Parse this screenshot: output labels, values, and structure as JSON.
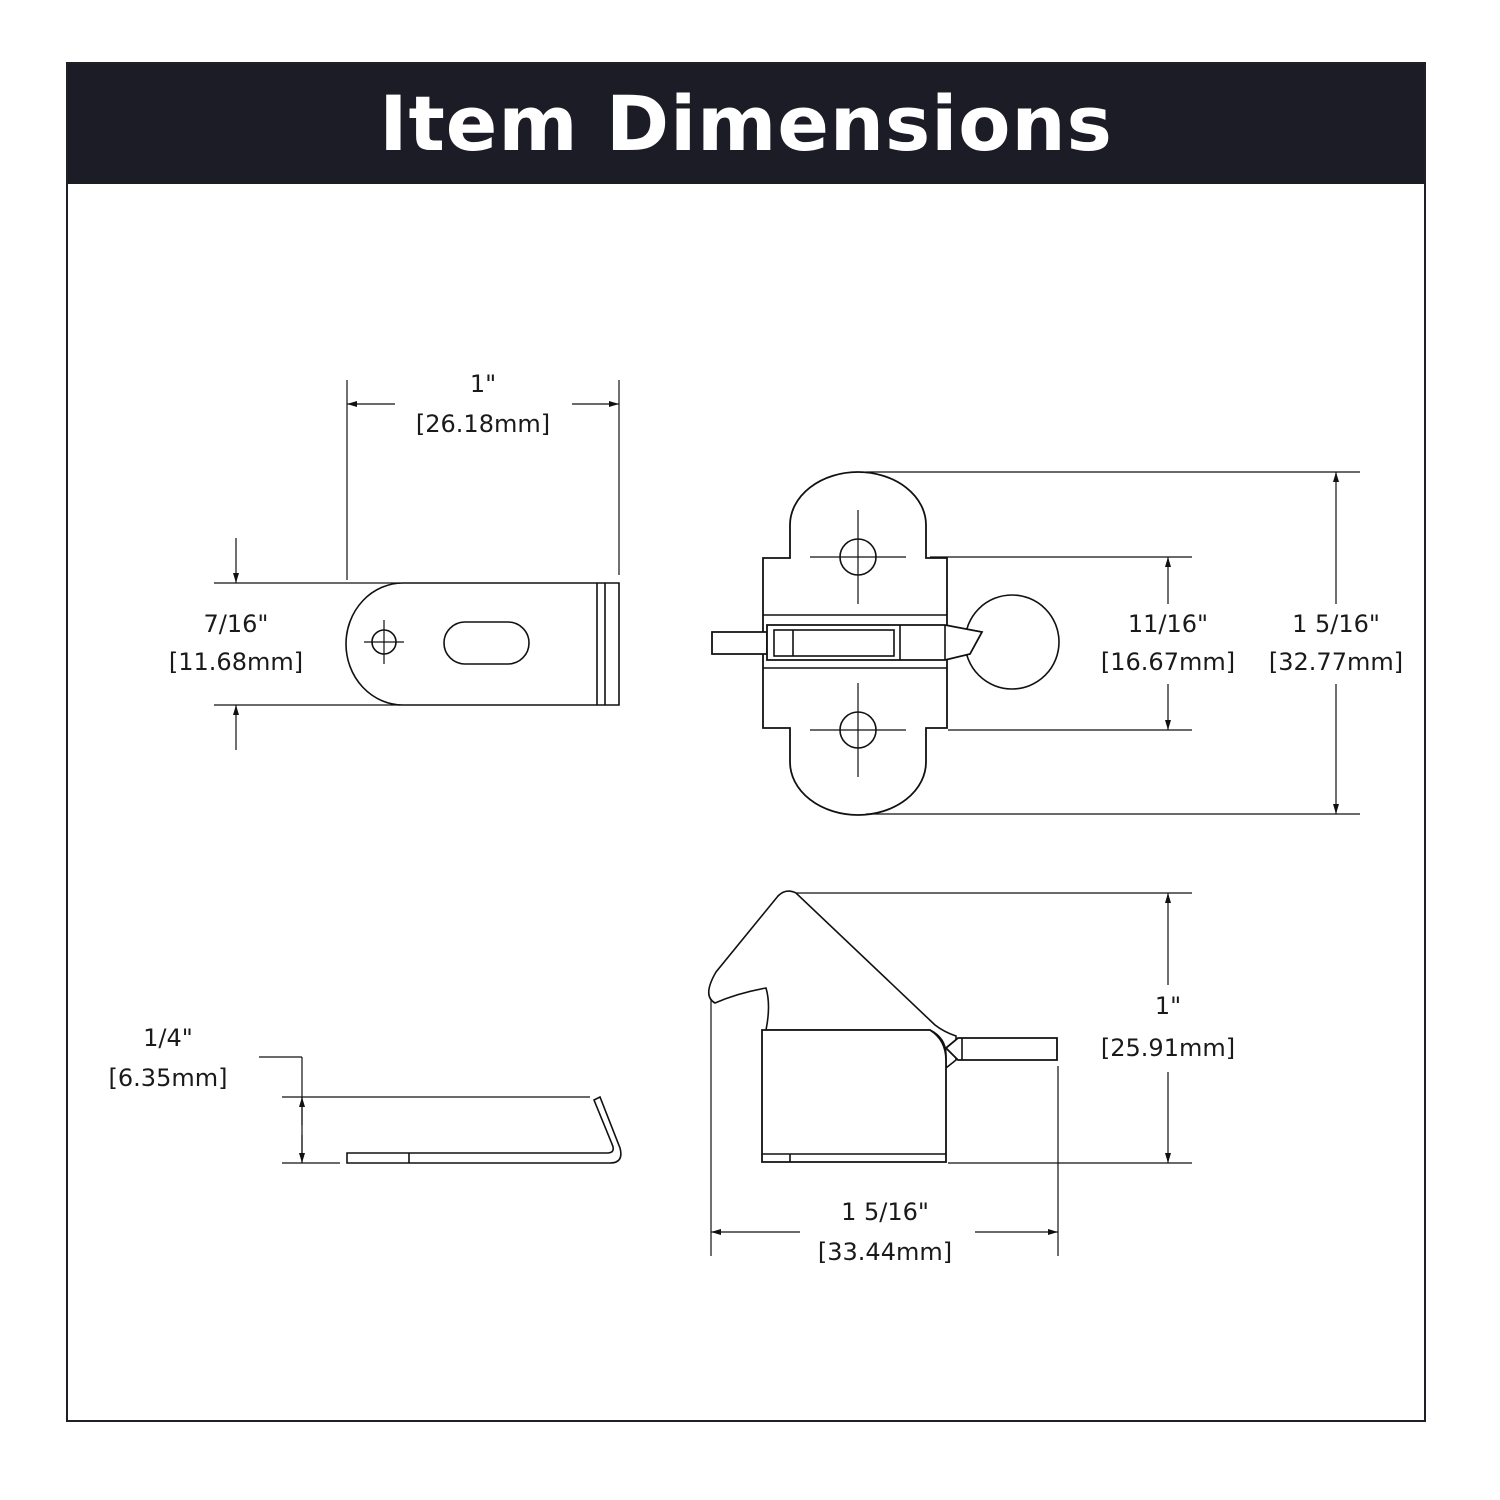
{
  "header": {
    "title": "Item Dimensions"
  },
  "views": {
    "plate_top": {
      "width": {
        "imperial": "1\"",
        "metric": "[26.18mm]"
      },
      "height": {
        "imperial": "7/16\"",
        "metric": "[11.68mm]"
      }
    },
    "plate_side": {
      "thickness": {
        "imperial": "1/4\"",
        "metric": "[6.35mm]"
      }
    },
    "catch_front": {
      "hole_spacing": {
        "imperial": "11/16\"",
        "metric": "[16.67mm]"
      },
      "overall_height": {
        "imperial": "1 5/16\"",
        "metric": "[32.77mm]"
      }
    },
    "catch_side": {
      "height": {
        "imperial": "1\"",
        "metric": "[25.91mm]"
      },
      "length": {
        "imperial": "1 5/16\"",
        "metric": "[33.44mm]"
      }
    }
  }
}
